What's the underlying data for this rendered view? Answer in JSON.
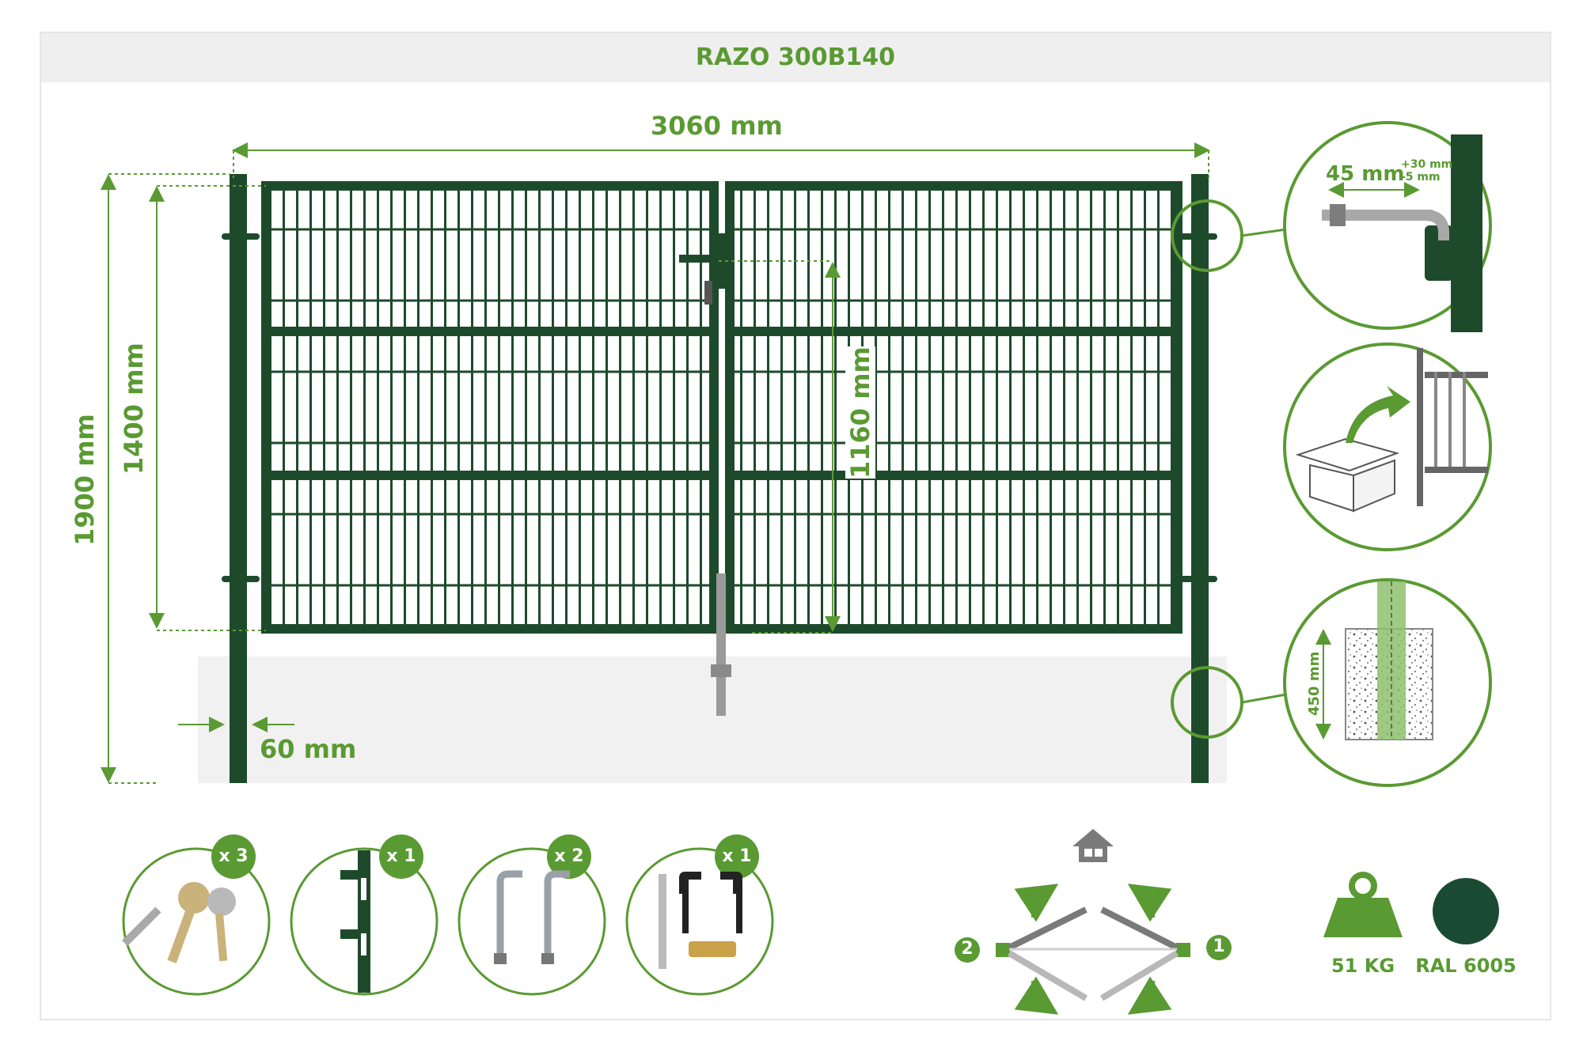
{
  "title": "RAZO 300B140",
  "dimensions": {
    "width": "3060 mm",
    "gate_height": "1400 mm",
    "total_height": "1900 mm",
    "lock_height": "1160 mm",
    "post_width": "60 mm",
    "hinge_length": "45 mm",
    "hinge_adjust_plus": "+30 mm",
    "hinge_adjust_minus": "-5 mm",
    "foundation_depth": "450 mm"
  },
  "accessories": [
    {
      "name": "keys",
      "count": "x 3",
      "icon": "keys-icon"
    },
    {
      "name": "lock-plate",
      "count": "x 1",
      "icon": "lock-plate-icon"
    },
    {
      "name": "hinge-bolts",
      "count": "x 2",
      "icon": "hinge-bolt-icon"
    },
    {
      "name": "handles-and-cylinder",
      "count": "x 1",
      "icon": "handle-icon"
    }
  ],
  "opening": {
    "left_marker": "2",
    "right_marker": "1"
  },
  "specs": {
    "weight": "51 KG",
    "color": "RAL 6005"
  },
  "colors": {
    "accent_green": "#5a9a32",
    "gate_green": "#1e4a2c",
    "ral_6005": "#1b4a33",
    "panel_gray": "#efefef"
  }
}
